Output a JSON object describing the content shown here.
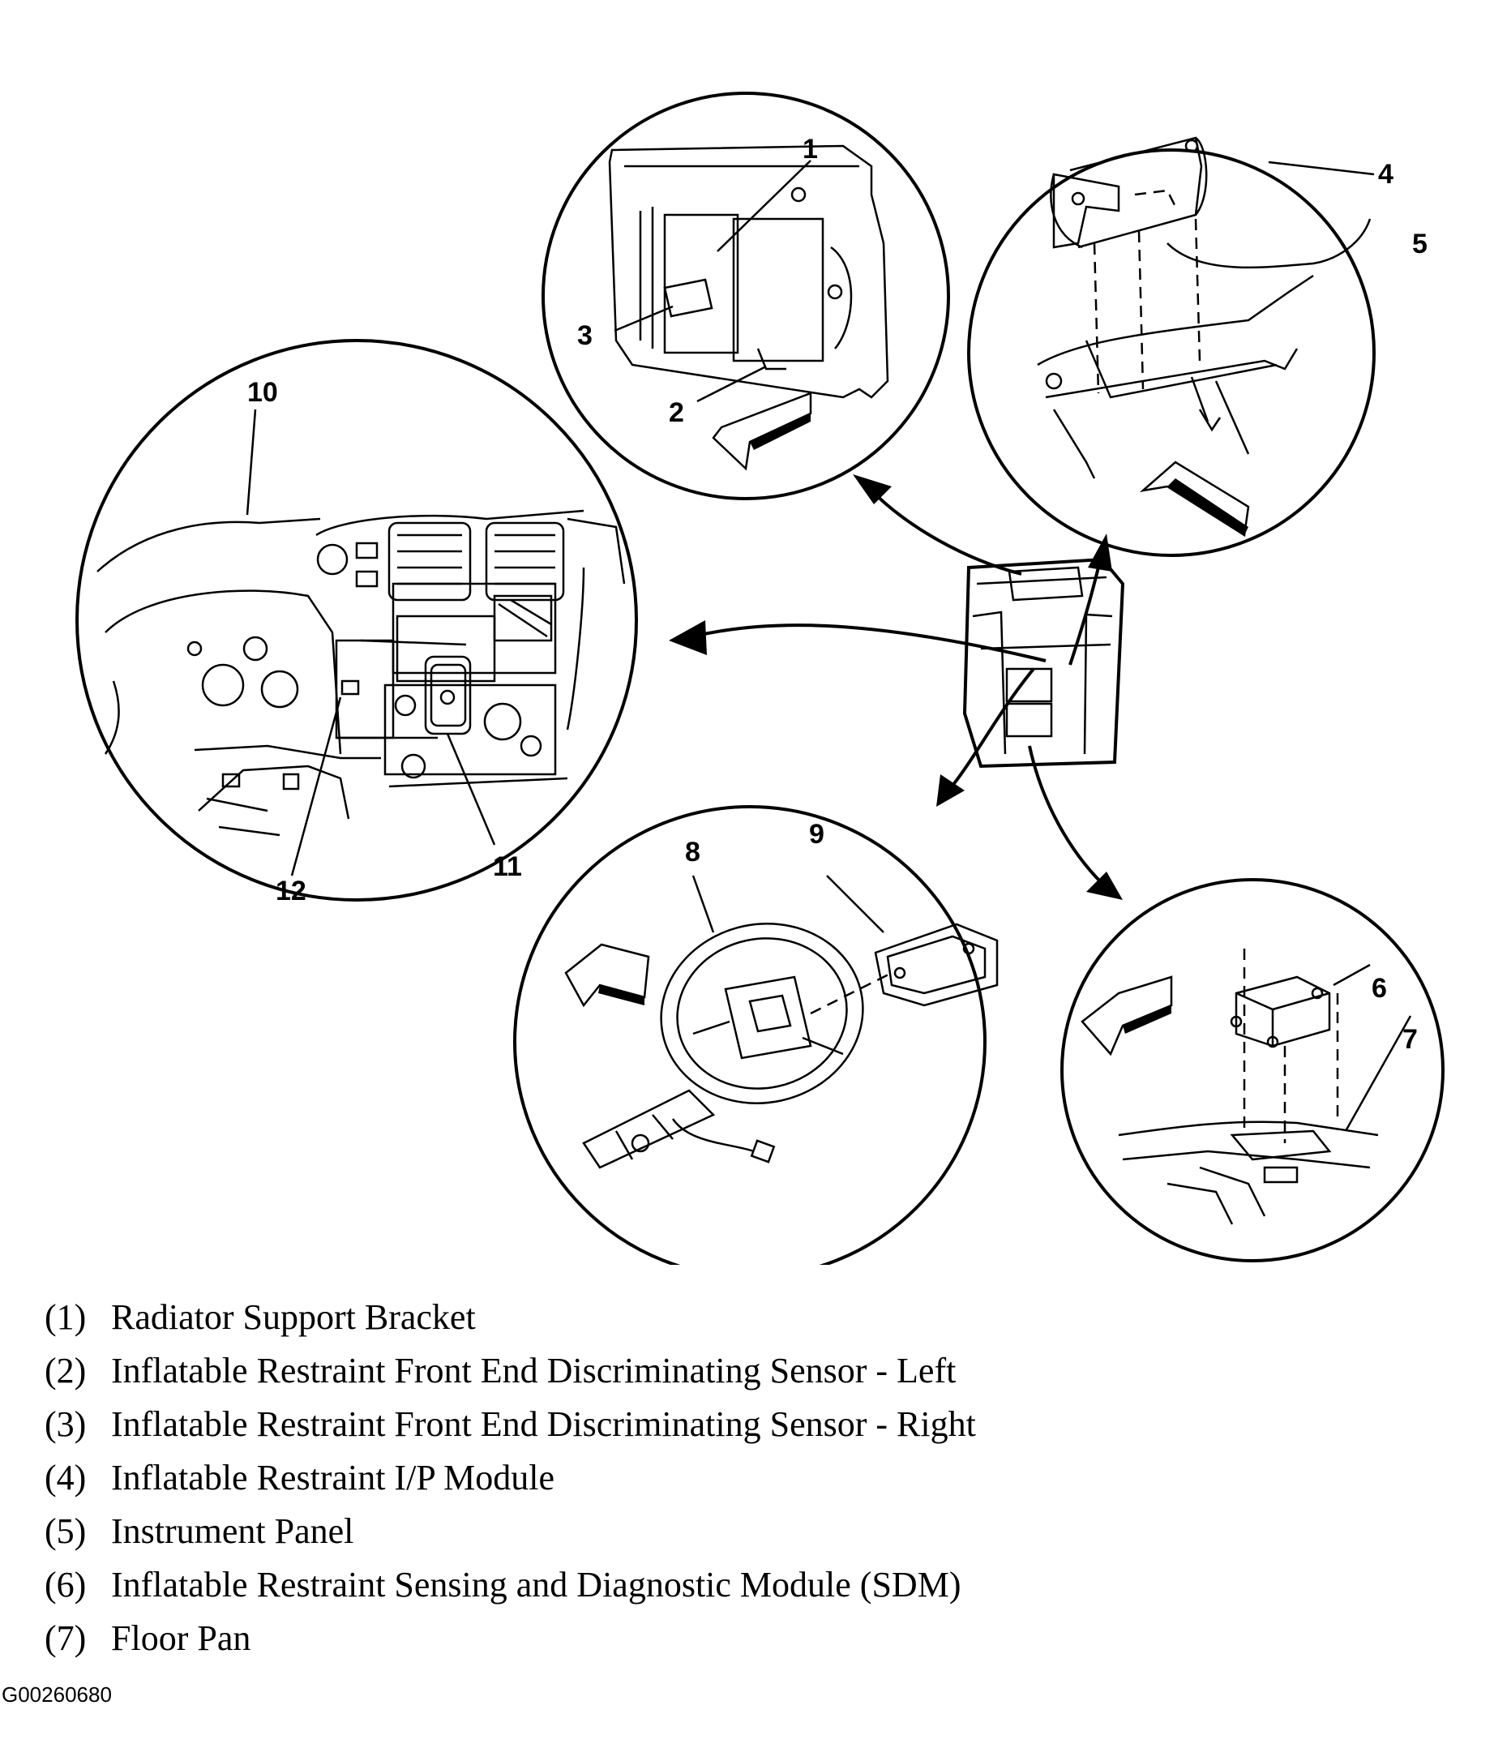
{
  "callouts": {
    "c1": "1",
    "c2": "2",
    "c3": "3",
    "c4": "4",
    "c5": "5",
    "c6": "6",
    "c7": "7",
    "c8": "8",
    "c9": "9",
    "c10": "10",
    "c11": "11",
    "c12": "12"
  },
  "legend": [
    {
      "number": "(1)",
      "label": "Radiator Support Bracket"
    },
    {
      "number": "(2)",
      "label": "Inflatable Restraint Front End Discriminating Sensor - Left"
    },
    {
      "number": "(3)",
      "label": "Inflatable Restraint Front End Discriminating Sensor - Right"
    },
    {
      "number": "(4)",
      "label": "Inflatable Restraint I/P Module"
    },
    {
      "number": "(5)",
      "label": "Instrument Panel"
    },
    {
      "number": "(6)",
      "label": "Inflatable Restraint Sensing and Diagnostic Module (SDM)"
    },
    {
      "number": "(7)",
      "label": "Floor Pan"
    }
  ],
  "figure_id": "G00260680"
}
